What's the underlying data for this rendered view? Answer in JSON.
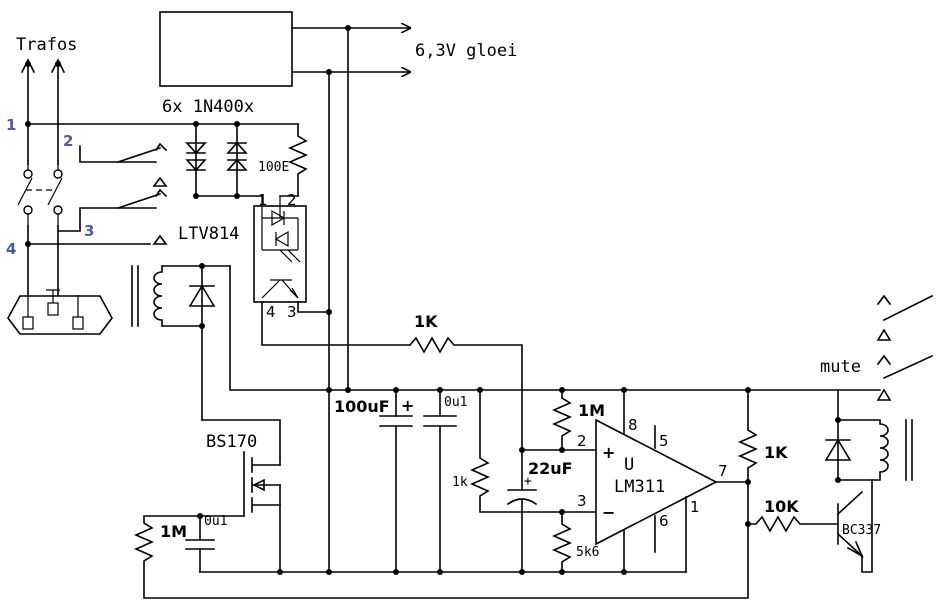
{
  "labels": {
    "trafos": "Trafos",
    "glow": "6,3V gloei",
    "rectifier": "6x 1N400x",
    "r_100e": "100E",
    "opto": "LTV814",
    "r_1k_top": "1K",
    "mosfet": "BS170",
    "r_1m_gate": "1M",
    "c_gate": "0u1",
    "c_100uf": "100uF",
    "c_0u1": "0u1",
    "r_1k_small": "1k",
    "c_22uf": "22uF",
    "r_1m_pos": "1M",
    "r_5k6": "5k6",
    "ic_u": "U",
    "ic_name": "LM311",
    "r_1k_out": "1K",
    "r_10k": "10K",
    "transistor": "BC337",
    "mute": "mute"
  },
  "terminals": {
    "t1": "1",
    "t2": "2",
    "t3": "3",
    "t4": "4"
  },
  "opto_pins": {
    "p1": "1",
    "p2": "2",
    "p3": "3",
    "p4": "4"
  },
  "ic_pins": {
    "p2": "2",
    "p3": "3",
    "p5": "5",
    "p6": "6",
    "p7": "7",
    "p8": "8",
    "p1": "1",
    "plus": "+",
    "minus": "−"
  },
  "polarity": {
    "c100_plus": "+",
    "c22_plus": "+"
  }
}
